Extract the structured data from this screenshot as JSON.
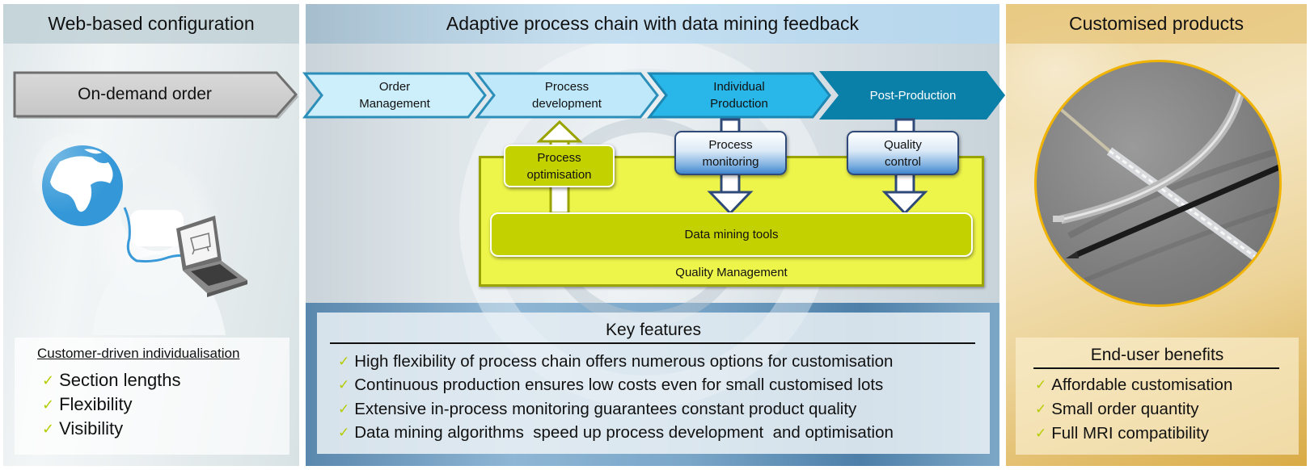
{
  "panels": {
    "left": {
      "title": "Web-based configuration",
      "order_arrow_label": "On-demand order",
      "box": {
        "title": "Customer-driven individualisation",
        "items": [
          "Section lengths",
          "Flexibility",
          "Visibility"
        ]
      }
    },
    "middle": {
      "title": "Adaptive process chain with data mining feedback",
      "process_steps": [
        {
          "line1": "Order",
          "line2": "Management",
          "color": "#cdeffb"
        },
        {
          "line1": "Process",
          "line2": "development",
          "color": "#bfe9fb"
        },
        {
          "line1": "Individual",
          "line2": "Production",
          "color": "#29b7ea"
        },
        {
          "line1": "Post-Production",
          "line2": "",
          "color": "#0a7fa8"
        }
      ],
      "feedback_box": {
        "line1": "Process",
        "line2": "optimisation"
      },
      "monitor_boxes": [
        {
          "line1": "Process",
          "line2": "monitoring"
        },
        {
          "line1": "Quality",
          "line2": "control"
        }
      ],
      "data_mining_label": "Data mining tools",
      "quality_management_label": "Quality Management",
      "key_features": {
        "title": "Key features",
        "items": [
          "High flexibility of process chain offers numerous options for customisation",
          "Continuous production ensures low costs even for small customised lots",
          "Extensive in-process monitoring guarantees constant product quality",
          "Data mining algorithms  speed up process development  and optimisation"
        ]
      }
    },
    "right": {
      "title": "Customised products",
      "box": {
        "title": "End-user benefits",
        "items": [
          "Affordable customisation",
          "Small order quantity",
          "Full MRI compatibility"
        ]
      }
    }
  },
  "icons": {
    "check": "✓"
  },
  "colors": {
    "accent_green": "#c3d100",
    "qm_yellow": "#eef54a",
    "chain_blue_dark": "#0a7fa8",
    "chain_blue_mid": "#29b7ea",
    "circle_border": "#f0b400"
  }
}
